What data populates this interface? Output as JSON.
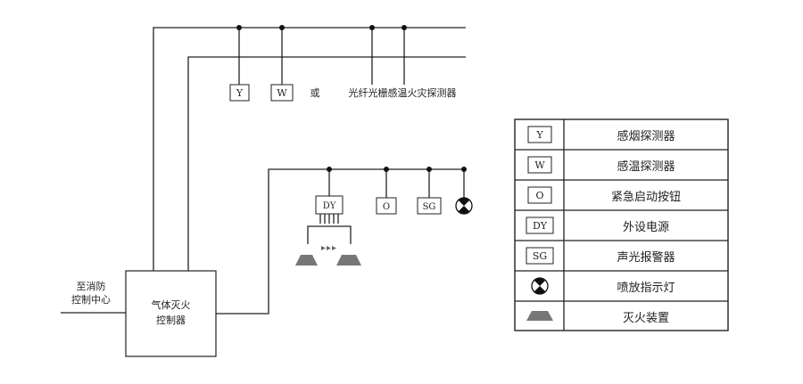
{
  "diagram": {
    "controller_label": [
      "气体灭火",
      "控制器"
    ],
    "center_label": [
      "至消防",
      "控制中心"
    ],
    "top_symbols": {
      "y": "Y",
      "w": "W",
      "or_text": "或",
      "fiber_text": "光纤光栅感温火灾探测器"
    },
    "bottom_symbols": {
      "dy": "DY",
      "o": "O",
      "sg": "SG"
    }
  },
  "legend": {
    "rows": [
      {
        "symbol": "Y",
        "type": "box",
        "label": "感烟探测器"
      },
      {
        "symbol": "W",
        "type": "box",
        "label": "感温探测器"
      },
      {
        "symbol": "O",
        "type": "box",
        "label": "紧急启动按钮"
      },
      {
        "symbol": "DY",
        "type": "box",
        "label": "外设电源"
      },
      {
        "symbol": "SG",
        "type": "box",
        "label": "声光报警器"
      },
      {
        "symbol": "",
        "type": "lamp",
        "label": "喷放指示灯"
      },
      {
        "symbol": "",
        "type": "device",
        "label": "灭火装置"
      }
    ]
  }
}
